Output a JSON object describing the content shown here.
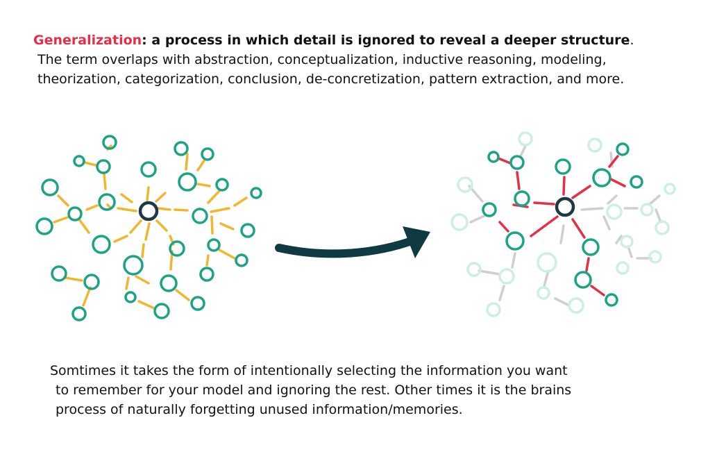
{
  "header": {
    "term": "Generalization",
    "definition": ": a process in which detail is ignored to reveal a deeper structure",
    "period": ".",
    "line2": "The term overlaps with abstraction, conceptualization, inductive reasoning, modeling,",
    "line3": "theorization, categorization, conclusion, de-concretization, pattern extraction, and more."
  },
  "footer": {
    "line1": "Somtimes it takes the form of intentionally selecting the information you want",
    "line2": "to remember for your model and ignoring the rest. Other times it is the brains",
    "line3": "process of naturally forgetting unused information/memories."
  },
  "colors": {
    "term": "#e62e47",
    "node": "#1aa385",
    "center": "#1c3a45",
    "edge_left": "#f0b72e",
    "edge_kept": "#e62e47",
    "edge_faded": "#cfcfcf",
    "node_faded": "#cdeee6",
    "arrow": "#0f3a42"
  },
  "icons": {
    "arrow": "right-arrow-icon"
  }
}
